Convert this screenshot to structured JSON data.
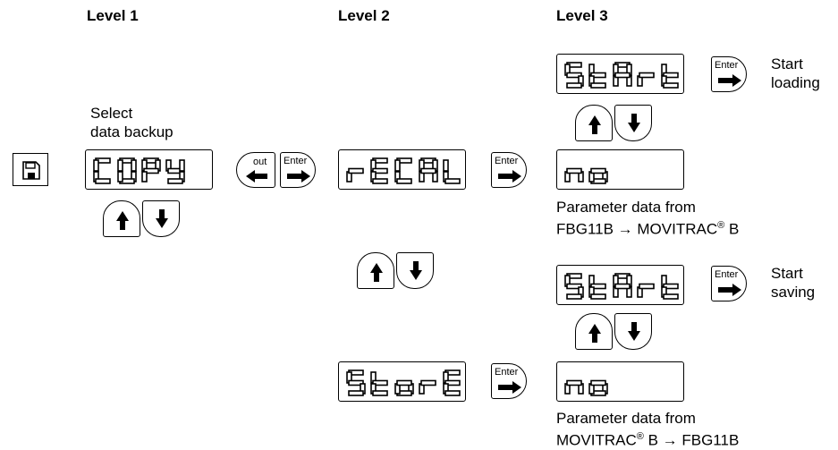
{
  "levels": {
    "level1": "Level 1",
    "level2": "Level 2",
    "level3": "Level 3"
  },
  "level1": {
    "caption_line1": "Select",
    "caption_line2": "data backup",
    "display": "COPY"
  },
  "keys": {
    "enter": "Enter",
    "out": "out"
  },
  "level2": {
    "recall_display": "rECAL",
    "store_display": "StorE"
  },
  "level3": {
    "recall_start_display": "StArt",
    "recall_start_line1": "Start",
    "recall_start_line2": "loading",
    "recall_no_display": "no",
    "recall_desc_line1": "Parameter data from",
    "recall_desc_line2_a": "FBG11B → MOVITRAC",
    "recall_desc_line2_sup": "®",
    "recall_desc_line2_b": " B",
    "store_start_display": "StArt",
    "store_start_line1": "Start",
    "store_start_line2": "saving",
    "store_no_display": "no",
    "store_desc_line1": "Parameter data from",
    "store_desc_line2_a": "MOVITRAC",
    "store_desc_line2_sup": "®",
    "store_desc_line2_b": " B → FBG11B"
  },
  "icons": [
    "floppy-disk-icon",
    "arrow-up-icon",
    "arrow-down-icon",
    "arrow-right-icon",
    "arrow-left-icon"
  ]
}
